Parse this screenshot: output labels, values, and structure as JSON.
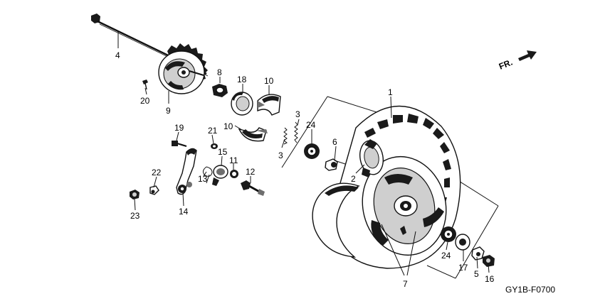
{
  "diagram": {
    "direction_label": "FR.",
    "code": "GY1B-F0700",
    "callouts": [
      {
        "id": "c1",
        "text": "1"
      },
      {
        "id": "c2",
        "text": "2"
      },
      {
        "id": "c3a",
        "text": "3"
      },
      {
        "id": "c3b",
        "text": "3"
      },
      {
        "id": "c4",
        "text": "4"
      },
      {
        "id": "c5",
        "text": "5"
      },
      {
        "id": "c6",
        "text": "6"
      },
      {
        "id": "c7",
        "text": "7"
      },
      {
        "id": "c8",
        "text": "8"
      },
      {
        "id": "c9",
        "text": "9"
      },
      {
        "id": "c10a",
        "text": "10"
      },
      {
        "id": "c10b",
        "text": "10"
      },
      {
        "id": "c11",
        "text": "11"
      },
      {
        "id": "c12",
        "text": "12"
      },
      {
        "id": "c13",
        "text": "13"
      },
      {
        "id": "c14",
        "text": "14"
      },
      {
        "id": "c15",
        "text": "15"
      },
      {
        "id": "c16",
        "text": "16"
      },
      {
        "id": "c17",
        "text": "17"
      },
      {
        "id": "c18",
        "text": "18"
      },
      {
        "id": "c19",
        "text": "19"
      },
      {
        "id": "c20",
        "text": "20"
      },
      {
        "id": "c21",
        "text": "21"
      },
      {
        "id": "c22",
        "text": "22"
      },
      {
        "id": "c23",
        "text": "23"
      },
      {
        "id": "c24a",
        "text": "24"
      },
      {
        "id": "c24b",
        "text": "24"
      }
    ]
  }
}
